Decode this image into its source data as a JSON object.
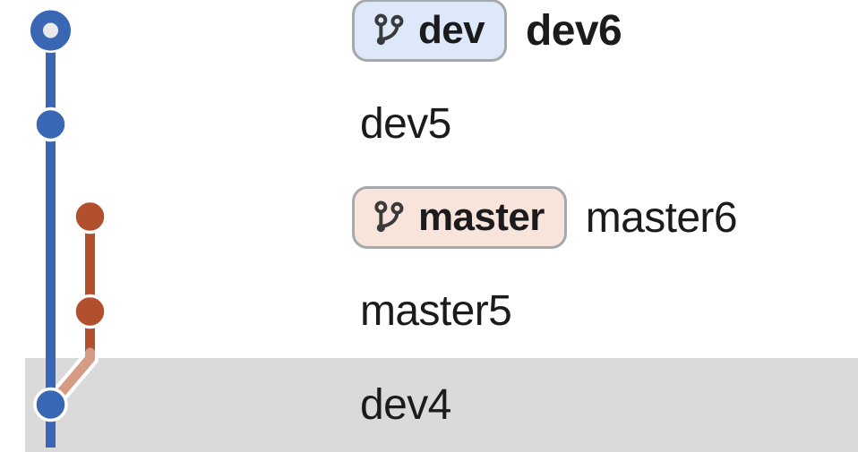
{
  "view": {
    "type": "git-commit-graph"
  },
  "rows": [
    {
      "message": "dev6",
      "emphasis": "bold",
      "selected": false,
      "badge": {
        "label": "dev",
        "branch": "dev",
        "icon": "git-branch-icon"
      }
    },
    {
      "message": "dev5",
      "selected": false
    },
    {
      "message": "master6",
      "selected": false,
      "badge": {
        "label": "master",
        "branch": "master",
        "icon": "git-branch-icon"
      }
    },
    {
      "message": "master5",
      "selected": false
    },
    {
      "message": "dev4",
      "selected": true
    }
  ],
  "graph": {
    "lanes": [
      {
        "name": "dev",
        "commits": [
          "dev6",
          "dev5",
          "dev4"
        ]
      },
      {
        "name": "master",
        "commits": [
          "master6",
          "master5"
        ],
        "forked_from": "dev4"
      }
    ],
    "head_commit": "dev6"
  },
  "colors": {
    "dev_branch": "#3a67b4",
    "master_branch": "#b2502e",
    "merge_hint": "#d59b84",
    "selected_row_bg": "#dadada",
    "dev_badge_bg": "#dde8f8",
    "master_badge_bg": "#f8e4db",
    "badge_border": "#a5a8ac",
    "text": "#1b1b1d",
    "icon": "#3a3a3c",
    "head_ring_inner": "#e9e9e9",
    "halo": "#ffffff"
  }
}
